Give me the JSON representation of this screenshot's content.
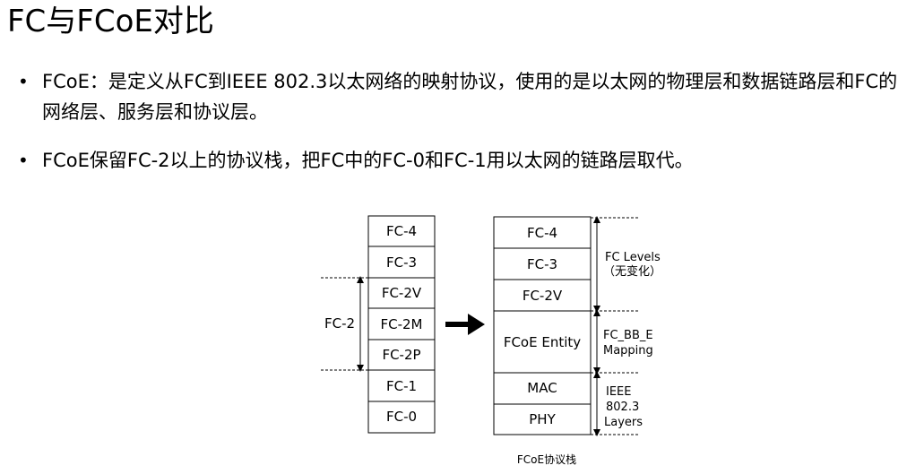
{
  "slide": {
    "title": "FC与FCoE对比",
    "bullets": [
      "FCoE：是定义从FC到IEEE  802.3以太网络的映射协议，使用的是以太网的物理层和数据链路层和FC的网络层、服务层和协议层。",
      "FCoE保留FC-2以上的协议栈，把FC中的FC-0和FC-1用以太网的链路层取代。"
    ]
  },
  "diagram": {
    "fc_stack": [
      "FC-4",
      "FC-3",
      "FC-2V",
      "FC-2M",
      "FC-2P",
      "FC-1",
      "FC-0"
    ],
    "fc2_bracket_label": "FC-2",
    "fcoe_stack": [
      "FC-4",
      "FC-3",
      "FC-2V",
      "FCoE Entity",
      "MAC",
      "PHY"
    ],
    "annotations": {
      "fc_levels_line1": "FC Levels",
      "fc_levels_line2": "（无变化）",
      "mapping_line1": "FC_BB_E",
      "mapping_line2": "Mapping",
      "ieee_line1": "IEEE",
      "ieee_line2": "802.3",
      "ieee_line3": "Layers"
    },
    "caption": "FCoE协议栈"
  }
}
